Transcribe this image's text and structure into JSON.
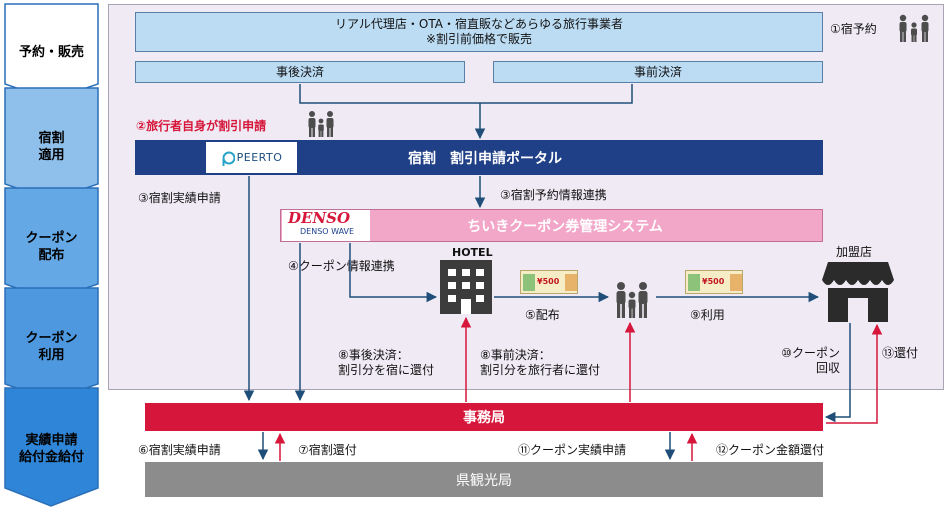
{
  "stages": [
    {
      "label_line1": "予約・販売",
      "label_line2": ""
    },
    {
      "label_line1": "宿割",
      "label_line2": "適用"
    },
    {
      "label_line1": "クーポン",
      "label_line2": "配布"
    },
    {
      "label_line1": "クーポン",
      "label_line2": "利用"
    },
    {
      "label_line1": "実績申請",
      "label_line2": "給付金給付"
    }
  ],
  "agents_box": {
    "line1": "リアル代理店・OTA・宿直販などあらゆる旅行事業者",
    "line2": "※割引前価格で販売"
  },
  "post_payment": "事後決済",
  "pre_payment": "事前決済",
  "step1_reservation": "①宿予約",
  "step2_apply": "②旅行者自身が割引申請",
  "portal": {
    "logo": "PEERTO",
    "title": "宿割　割引申請ポータル"
  },
  "step3a": "③宿割実績申請",
  "step3b": "③宿割予約情報連携",
  "coupon_system": {
    "logo_main": "DENSO",
    "logo_sub": "DENSO WAVE",
    "title": "ちいきクーポン券管理システム"
  },
  "step4": "④クーポン情報連携",
  "hotel_label": "HOTEL",
  "store_label": "加盟店",
  "coupon_ticket_text": "¥500",
  "step5": "⑤配布",
  "step9": "⑨利用",
  "step8_post": {
    "line1": "⑧事後決済：",
    "line2": "割引分を宿に還付"
  },
  "step8_pre": {
    "line1": "⑧事前決済：",
    "line2": "割引分を旅行者に還付"
  },
  "step10": {
    "line1": "⑩クーポン",
    "line2": "回収"
  },
  "step13": "⑬還付",
  "secretariat": "事務局",
  "step6": "⑥宿割実績申請",
  "step7": "⑦宿割還付",
  "step11": "⑪クーポン実績申請",
  "step12": "⑫クーポン金額還付",
  "prefecture": "県観光局",
  "colors": {
    "portal_navy": "#1f3f87",
    "system_pink": "#f2a6c8",
    "secretariat_red": "#d6163a",
    "prefecture_gray": "#8c8c8c",
    "step2_red": "#d6163a",
    "area_lavender": "#efeaf4"
  }
}
